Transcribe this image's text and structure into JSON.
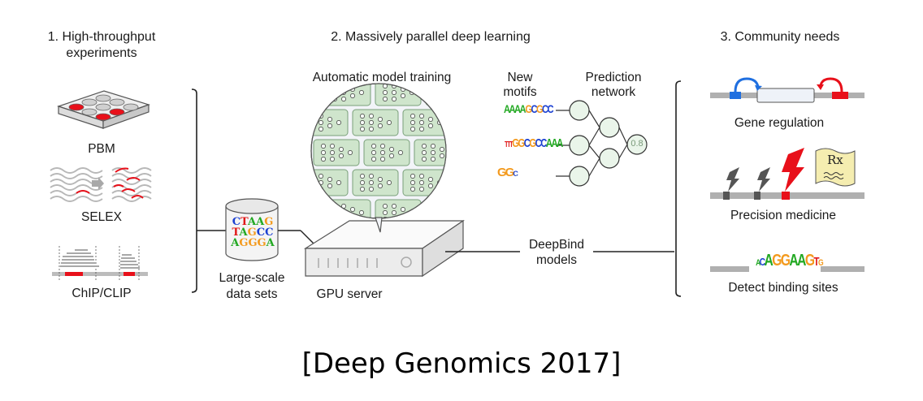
{
  "sections": {
    "experiments": {
      "title_line1": "1. High-throughput",
      "title_line2": "experiments",
      "items": [
        {
          "label": "PBM",
          "icon": "microarray-plate-icon"
        },
        {
          "label": "SELEX",
          "icon": "selex-enrichment-icon"
        },
        {
          "label": "ChIP/CLIP",
          "icon": "read-pileup-icon"
        }
      ]
    },
    "deep_learning": {
      "title": "2. Massively parallel deep learning",
      "training_label": "Automatic model training",
      "dataset": {
        "label_line1": "Large-scale",
        "label_line2": "data sets",
        "sequences": [
          "CTAAG",
          "TAGCC",
          "AGGGA"
        ]
      },
      "server_label": "GPU server",
      "motifs_label_line1": "New",
      "motifs_label_line2": "motifs",
      "network_label_line1": "Prediction",
      "network_label_line2": "network",
      "motifs": [
        "AAAA..GCGCC",
        "TTTGGCGCCAAA",
        "GGC"
      ],
      "output_value": "0.8",
      "models_label_line1": "DeepBind",
      "models_label_line2": "models"
    },
    "community": {
      "title": "3. Community needs",
      "items": [
        {
          "label": "Gene regulation",
          "icon": "gene-regulation-icon"
        },
        {
          "label": "Precision medicine",
          "icon": "precision-medicine-icon",
          "rx": "Rx"
        },
        {
          "label": "Detect binding sites",
          "icon": "binding-site-icon",
          "motif": "ACAGGAAGTG"
        }
      ]
    }
  },
  "colors": {
    "red": "#e8101a",
    "blue": "#1f6fe0",
    "green_fill": "#cfe5cc",
    "green_stroke": "#5a8a5a",
    "gray": "#b0b0b0",
    "dna_A": "#22a822",
    "dna_C": "#1a3fd1",
    "dna_G": "#f39a1e",
    "dna_T": "#e01818"
  },
  "caption": "[Deep Genomics 2017]"
}
